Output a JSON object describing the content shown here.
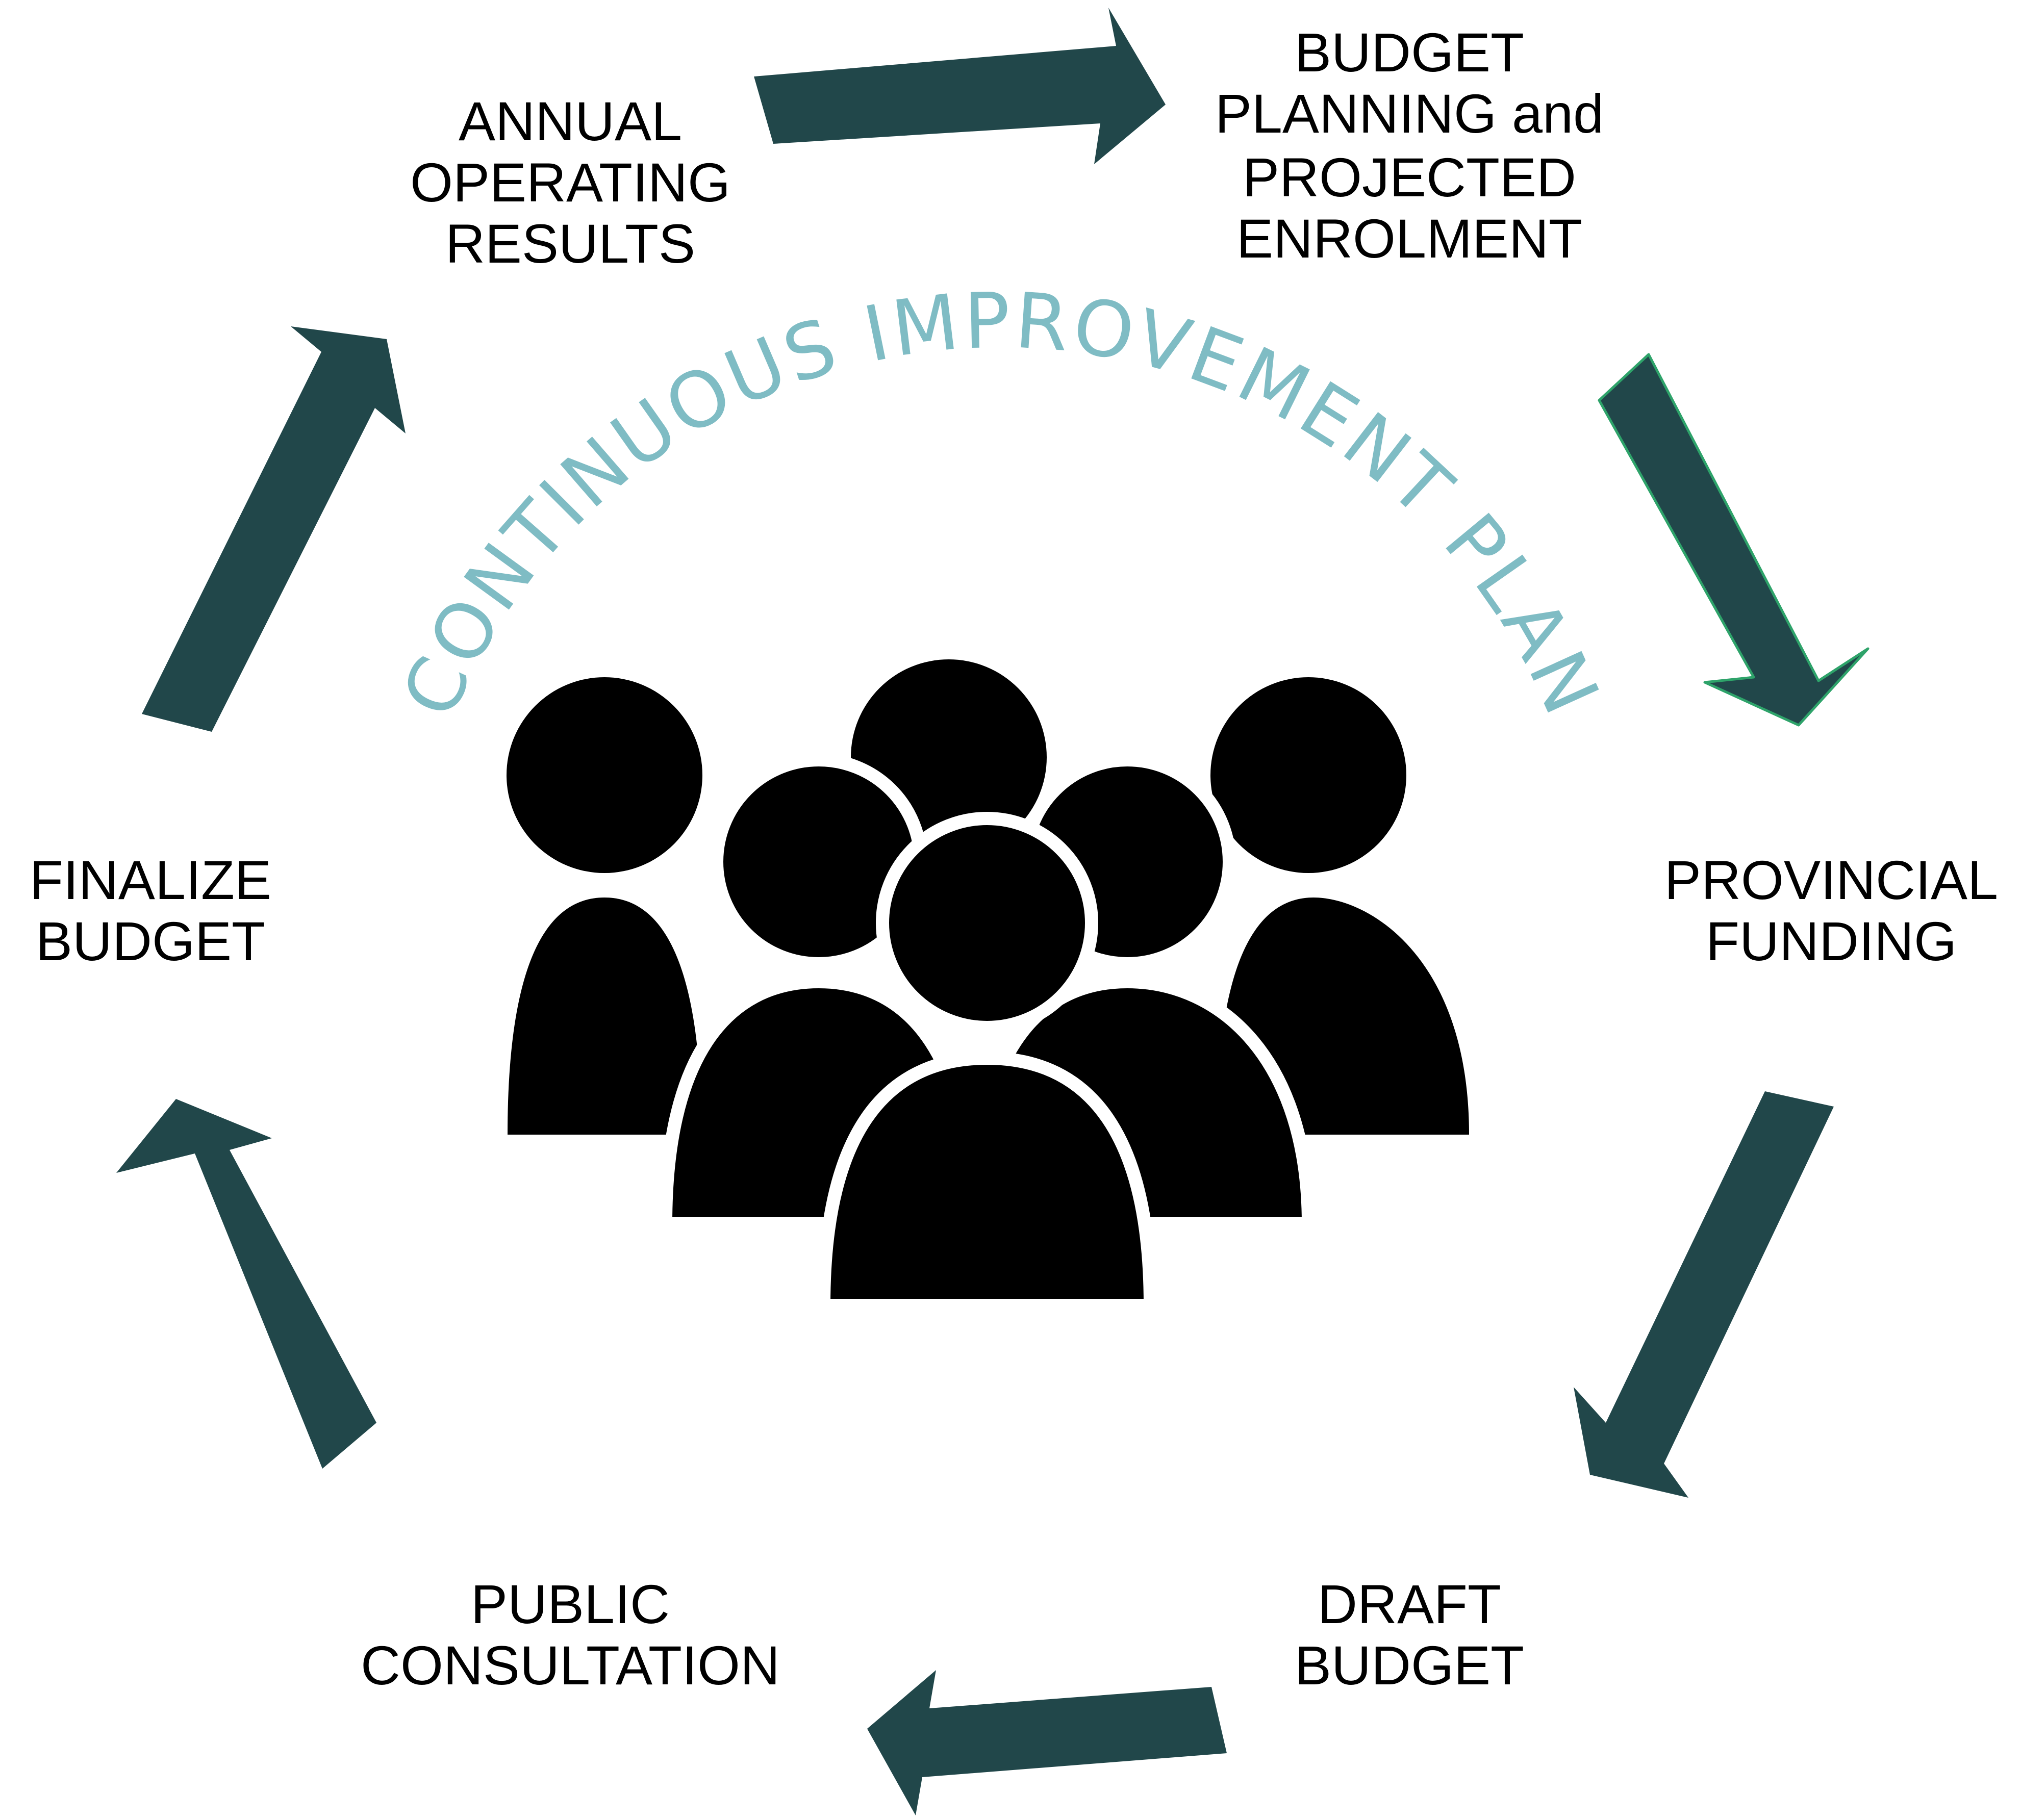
{
  "title": "CONTINUOUS IMPROVEMENT PLAN",
  "colors": {
    "arrow": "#21474a",
    "arrow_outline_highlight": "#2ea36a",
    "title": "#7fbcc4",
    "people": "#000000",
    "label": "#000000",
    "background": "#ffffff"
  },
  "steps": [
    {
      "line1": "ANNUAL",
      "line2": "OPERATING",
      "line3": "RESULTS"
    },
    {
      "line1": "BUDGET",
      "line2": "PLANNING and",
      "line3": "PROJECTED",
      "line4": "ENROLMENT"
    },
    {
      "line1": "PROVINCIAL",
      "line2": "FUNDING"
    },
    {
      "line1": "DRAFT",
      "line2": "BUDGET"
    },
    {
      "line1": "PUBLIC",
      "line2": "CONSULTATION"
    },
    {
      "line1": "FINALIZE",
      "line2": "BUDGET"
    }
  ],
  "center_icon": "group-of-people-icon",
  "arrow_icon": "curved-arrow-icon"
}
